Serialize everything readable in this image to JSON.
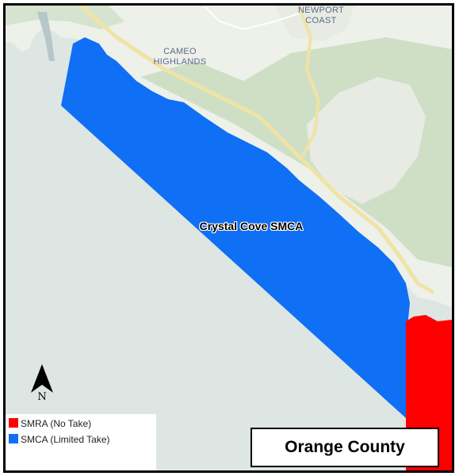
{
  "map": {
    "colors": {
      "ocean": "#dde6e3",
      "land": "#eef0ea",
      "vegetation": "#c9dcc0",
      "smca": "#0f6ff5",
      "smra": "#ff0000",
      "road": "#efe3a6"
    },
    "places": {
      "newport_coast_line1": "NEWPORT",
      "newport_coast_line2": "COAST",
      "cameo_line1": "CAMEO",
      "cameo_line2": "HIGHLANDS"
    },
    "zone_label": "Crystal Cove SMCA",
    "north_letter": "N",
    "county_label": "Orange County"
  },
  "legend": {
    "items": [
      {
        "label": "SMRA (No Take)",
        "color": "#ff0000"
      },
      {
        "label": "SMCA (Limited Take)",
        "color": "#0f6ff5"
      }
    ]
  }
}
